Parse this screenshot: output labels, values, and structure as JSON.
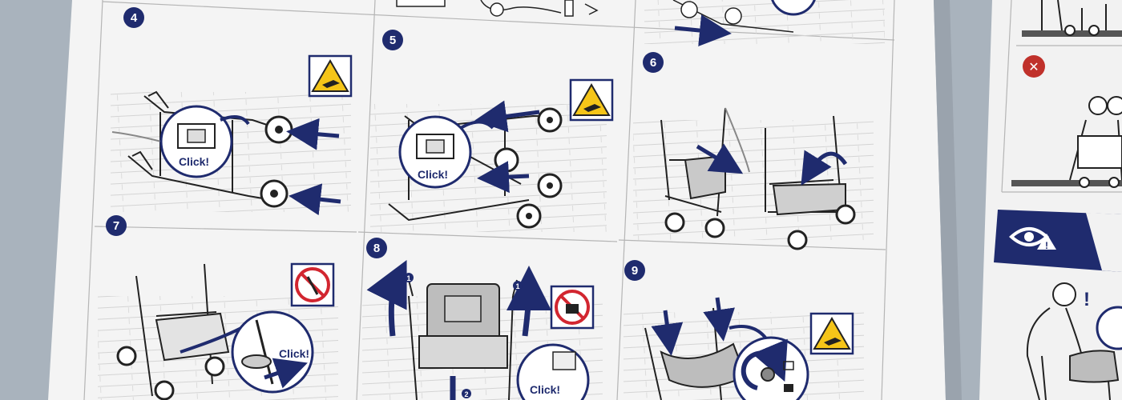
{
  "steps": [
    {
      "number": "4",
      "callout": "Click!"
    },
    {
      "number": "5",
      "callout": "Click!"
    },
    {
      "number": "6"
    },
    {
      "number": "7",
      "callout": "Click!"
    },
    {
      "number": "8",
      "callout": "Click!",
      "sub_markers": [
        "1",
        "1",
        "2"
      ]
    },
    {
      "number": "9"
    }
  ],
  "right_sheet": {
    "wrong_mark": "✕",
    "warning_mark": "!",
    "person_exclaim": "!"
  },
  "colors": {
    "navy": "#1f2b6e",
    "warning_yellow": "#f5c518",
    "prohibit_red": "#d22630",
    "wrong_red": "#c0312b",
    "paper": "#f4f4f4",
    "background": "#a9b3bd"
  },
  "icons": [
    "pinch-warning-icon",
    "no-tool-icon",
    "no-weight-icon",
    "eye-warning-icon",
    "wrong-icon"
  ]
}
